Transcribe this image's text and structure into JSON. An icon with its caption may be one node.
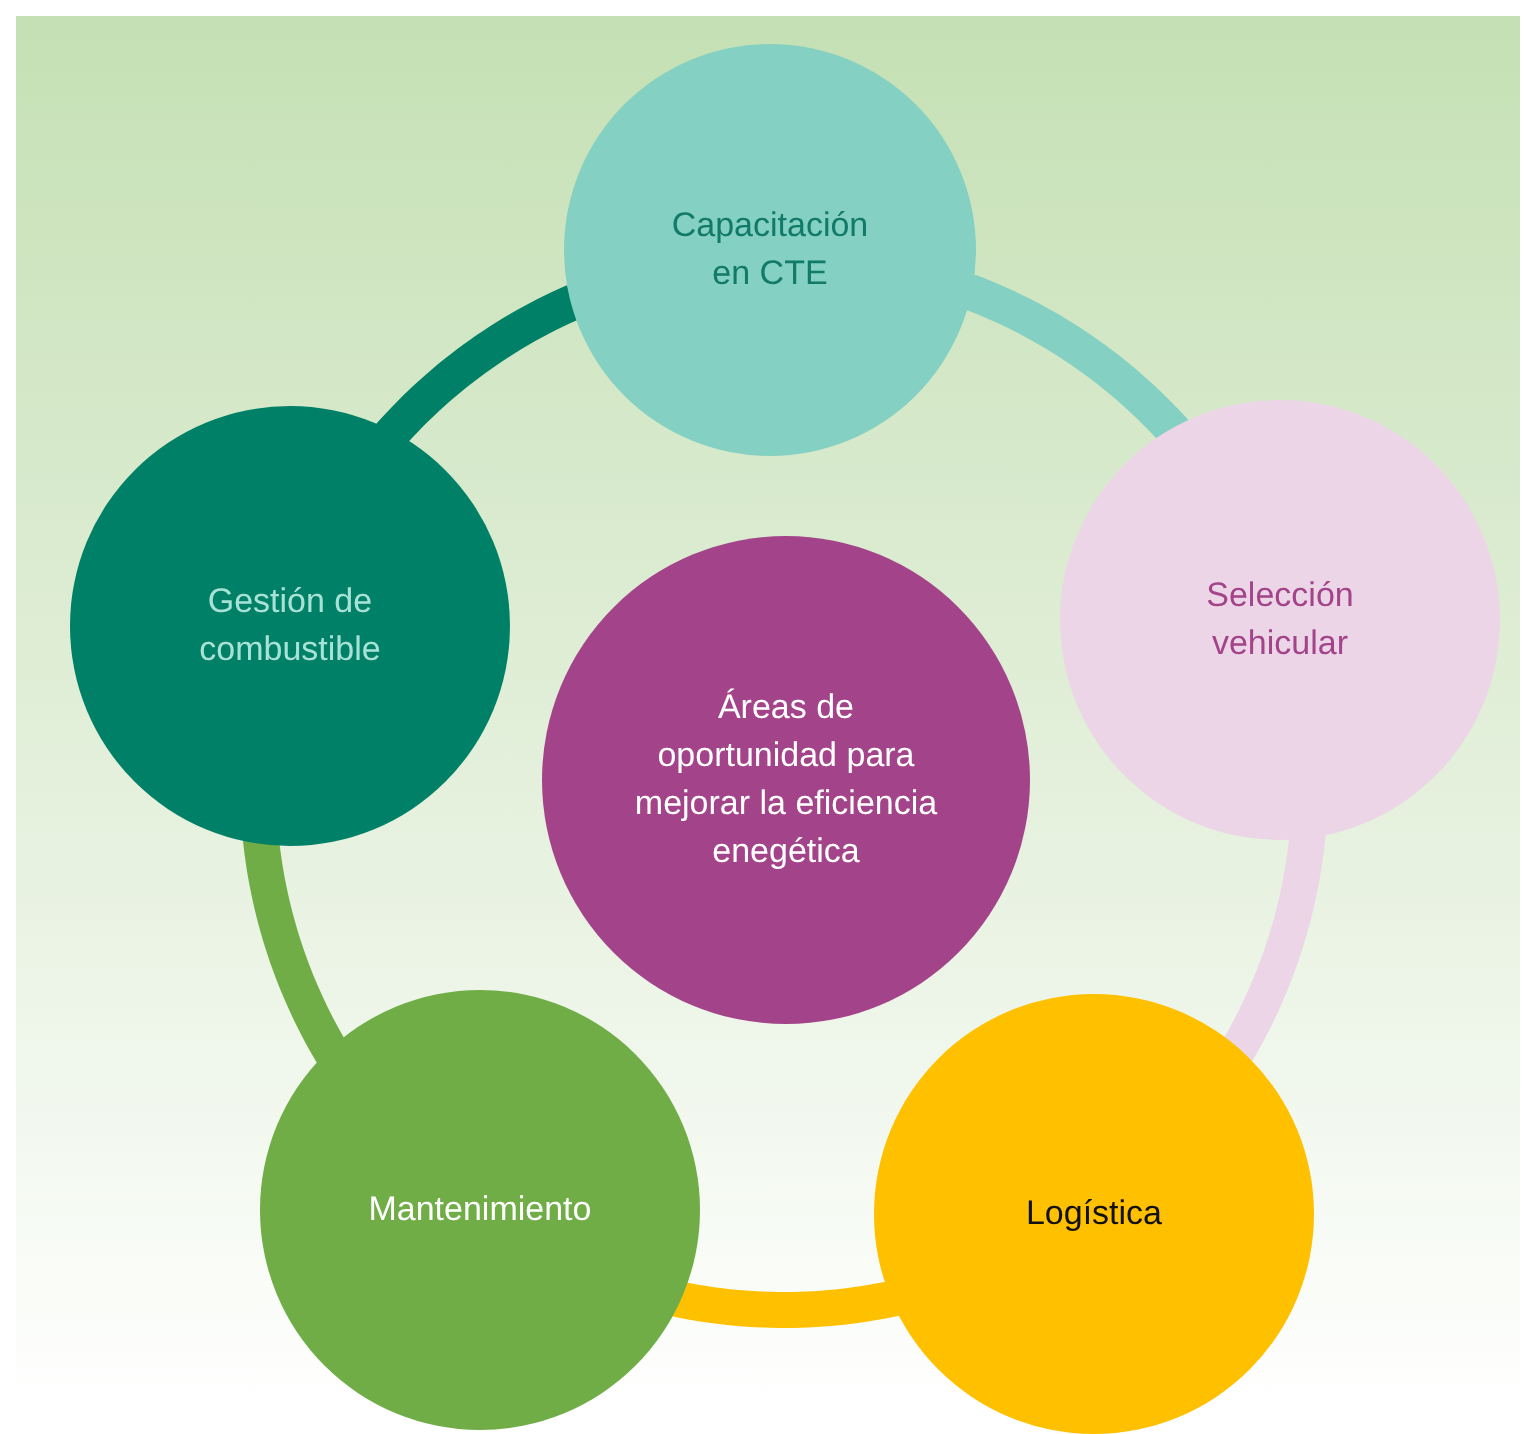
{
  "diagram": {
    "nodes": [
      {
        "text": [
          "Capacitación en CTE"
        ]
      },
      {
        "text": [
          "Selección vehicular"
        ]
      },
      {
        "text": [
          "Logística"
        ]
      },
      {
        "text": [
          "Mantenimiento"
        ]
      },
      {
        "text": [
          "Gestión de combustible"
        ]
      },
      {
        "text": [
          "Áreas de oportunidad para mejorar la eficiencia enegética"
        ]
      }
    ],
    "edges": [
      {
        "from": 0,
        "to": 1,
        "arrow": "none",
        "color": "#84d0c2"
      },
      {
        "from": 1,
        "to": 2,
        "arrow": "none",
        "color": "#ecd5e7"
      },
      {
        "from": 2,
        "to": 3,
        "arrow": "none",
        "color": "#ffc000"
      },
      {
        "from": 3,
        "to": 4,
        "arrow": "none",
        "color": "#70ad47"
      },
      {
        "from": 4,
        "to": 0,
        "arrow": "none",
        "color": "#008067"
      }
    ]
  }
}
